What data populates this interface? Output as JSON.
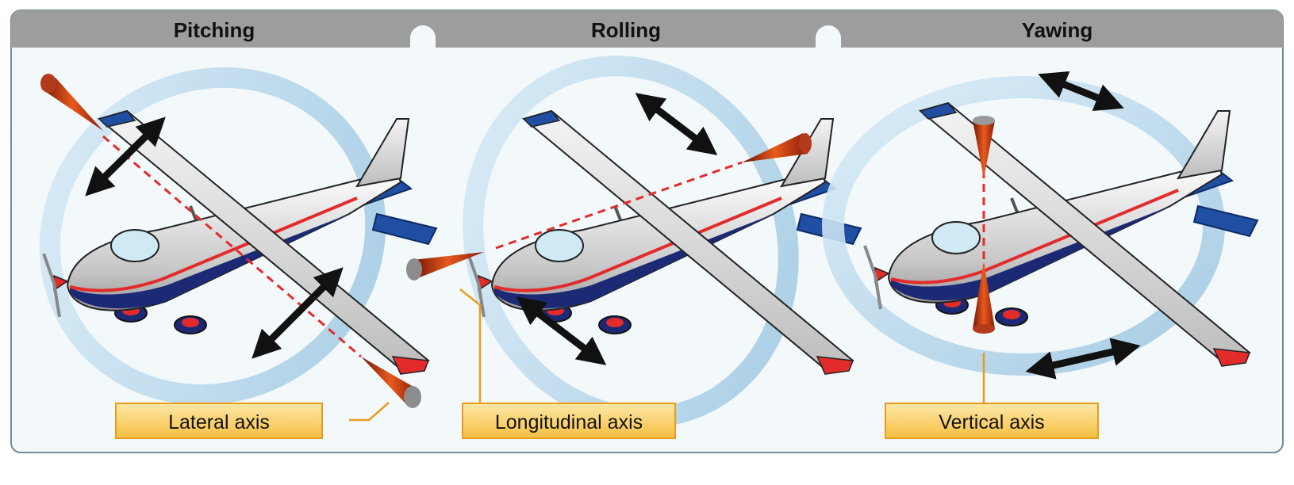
{
  "panels": [
    {
      "title": "Pitching",
      "axis_label": "Lateral axis"
    },
    {
      "title": "Rolling",
      "axis_label": "Longitudinal axis"
    },
    {
      "title": "Yawing",
      "axis_label": "Vertical axis"
    }
  ],
  "colors": {
    "header_bar": "#9d9d9d",
    "background": "#f3f8fb",
    "frame": "#6d8e94",
    "rotation_ring": "#b7d7ea",
    "axis_line": "#e32b2b",
    "label_fill": "#f9cf6a",
    "label_border": "#e89c1c",
    "arrow": "#111111",
    "fuselage_stripe_blue": "#1c2a75",
    "tail_blue": "#1f4ea3",
    "cone": "#c83410"
  }
}
